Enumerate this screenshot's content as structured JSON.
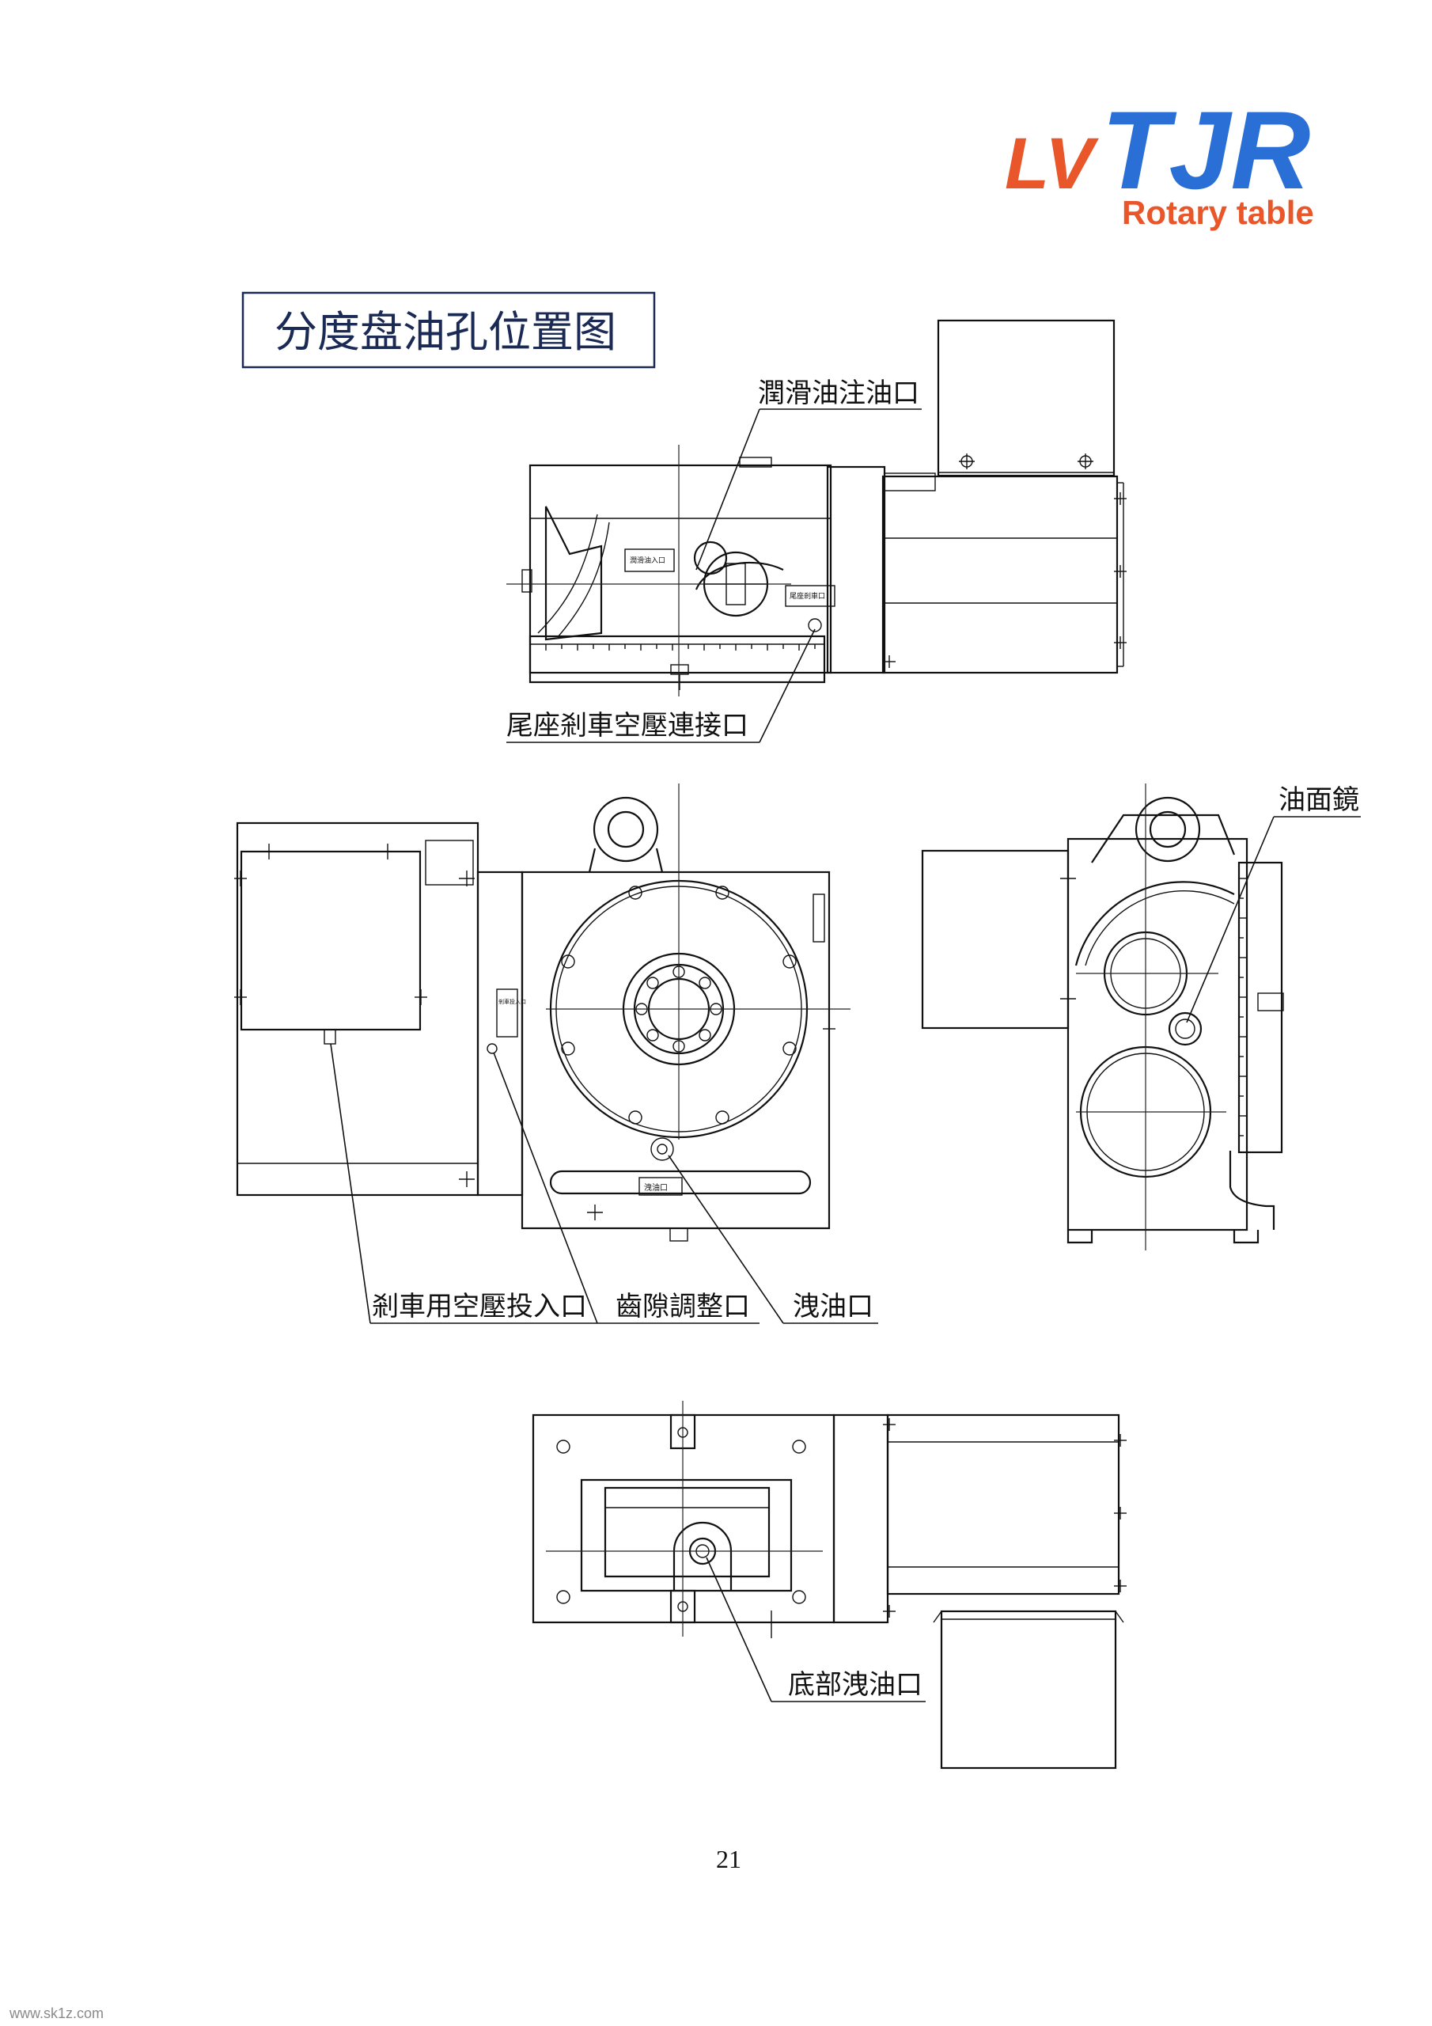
{
  "logo": {
    "brand_lv": "LV",
    "brand_tjr": "TJR",
    "tagline": "Rotary table",
    "color_orange": "#e8562a",
    "color_blue": "#2a6fd6"
  },
  "title": "分度盘油孔位置图",
  "labels": {
    "lube_inlet": "潤滑油注油口",
    "tailstock_air": "尾座剎車空壓連接口",
    "oil_sight": "油面鏡",
    "brake_air_inlet": "剎車用空壓投入口",
    "backlash_adjust": "齒隙調整口",
    "drain": "洩油口",
    "bottom_drain": "底部洩油口"
  },
  "plates": {
    "lube_plate": "潤滑油入口",
    "tail_plate": "尾座剎車口",
    "drain_plate": "洩油口",
    "brake_plate": "剎車投入口"
  },
  "page_number": "21",
  "watermark": "www.sk1z.com"
}
